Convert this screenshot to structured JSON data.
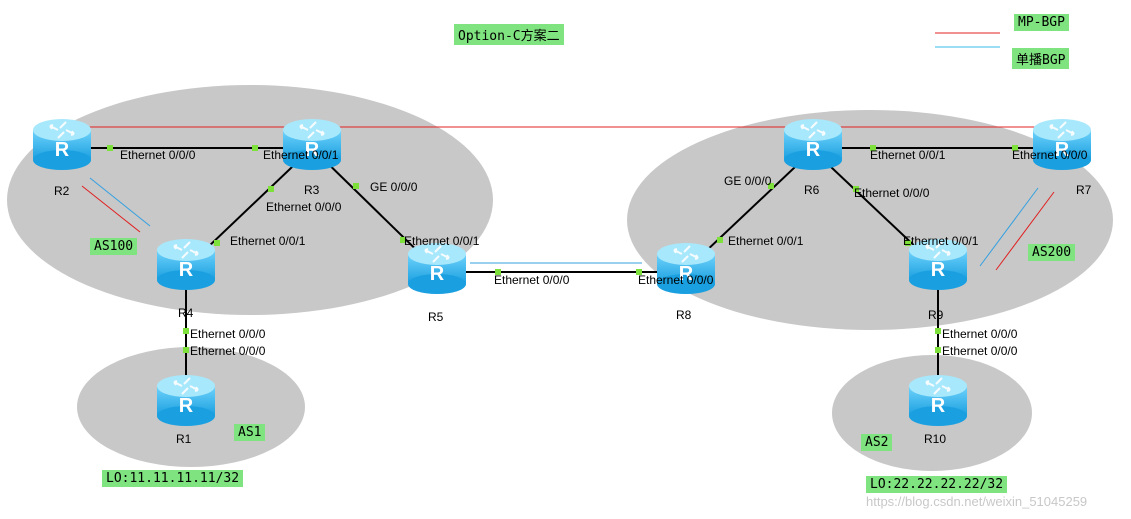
{
  "title": "Option-C方案二",
  "legend": {
    "mp_bgp": {
      "label": "MP-BGP",
      "color": "#e02020"
    },
    "unicast_bgp": {
      "label": "单播BGP",
      "color": "#33bde8"
    }
  },
  "as_labels": {
    "as100": "AS100",
    "as200": "AS200",
    "as1": "AS1",
    "as2": "AS2"
  },
  "loopbacks": {
    "r1": "LO:11.11.11.11/32",
    "r10": "LO:22.22.22.22/32"
  },
  "routers": {
    "r1": "R1",
    "r2": "R2",
    "r3": "R3",
    "r4": "R4",
    "r5": "R5",
    "r6": "R6",
    "r7": "R7",
    "r8": "R8",
    "r9": "R9",
    "r10": "R10"
  },
  "interfaces": {
    "r2_r3_a": "Ethernet 0/0/0",
    "r2_r3_b": "Ethernet 0/0/1",
    "r3_ge": "GE 0/0/0",
    "r3_r4": "Ethernet 0/0/0",
    "r4_r3": "Ethernet 0/0/1",
    "r5_r3": "Ethernet 0/0/1",
    "r4_r1_a": "Ethernet 0/0/0",
    "r4_r1_b": "Ethernet 0/0/0",
    "r5_r8": "Ethernet 0/0/0",
    "r8_r5": "Ethernet 0/0/0",
    "r6_ge": "GE 0/0/0",
    "r8_r6": "Ethernet 0/0/1",
    "r6_r7": "Ethernet 0/0/1",
    "r7_r6": "Ethernet 0/0/0",
    "r6_r9": "Ethernet 0/0/0",
    "r9_r6": "Ethernet 0/0/1",
    "r9_r10_a": "Ethernet 0/0/0",
    "r9_r10_b": "Ethernet 0/0/0"
  },
  "watermark": "https://blog.csdn.net/weixin_51045259",
  "colors": {
    "area": "#c8c8c8",
    "router_top": "#9be4fb",
    "router_body": "#2fb7f0",
    "link": "#000000",
    "port": "#7ee03a"
  }
}
